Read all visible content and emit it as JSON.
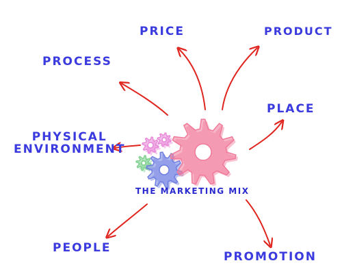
{
  "center_label": "THE MARKETING MIX",
  "labels": {
    "price": "PRICE",
    "product": "PRODUCT",
    "process": "PROCESS",
    "place": "PLACE",
    "physical_line1": "PHYSICAL",
    "physical_line2": "ENVIRONMENT",
    "people": "PEOPLE",
    "promotion": "PROMOTION"
  },
  "colors": {
    "label_text": "#3a3adf",
    "arrow": "#e0251f",
    "gear_large": "#f07a9a",
    "gear_blue": "#6f7fe0",
    "gear_pink_small": "#e88ad8",
    "gear_green": "#7fd08f"
  }
}
